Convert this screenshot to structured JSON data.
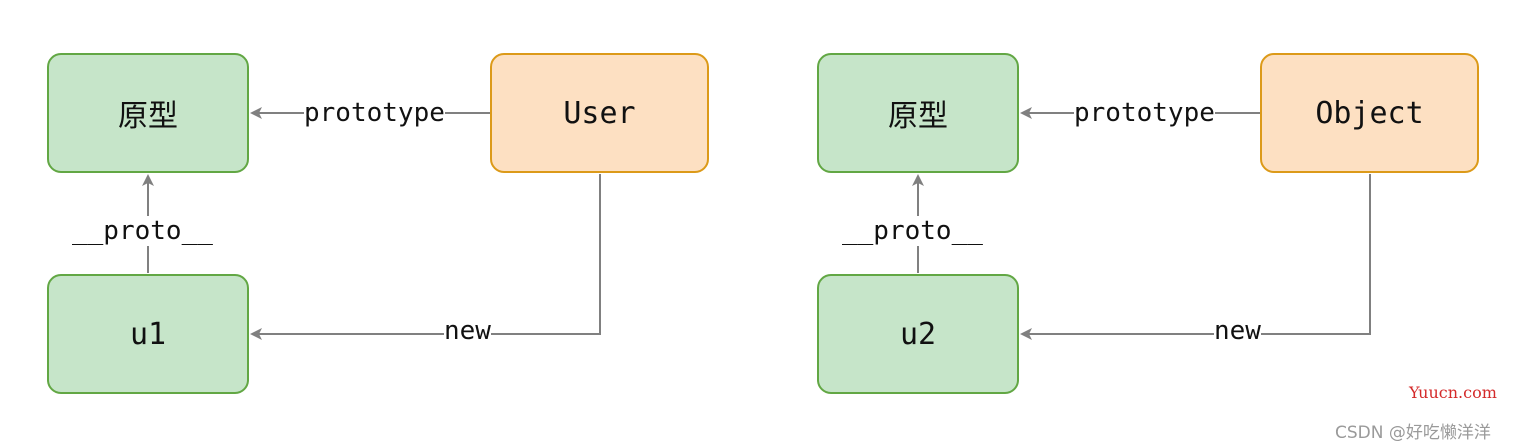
{
  "diagram_left": {
    "prototype_box": "原型",
    "constructor_box": "User",
    "instance_box": "u1",
    "edge_prototype": "prototype",
    "edge_proto": "__proto__",
    "edge_new": "new"
  },
  "diagram_right": {
    "prototype_box": "原型",
    "constructor_box": "Object",
    "instance_box": "u2",
    "edge_prototype": "prototype",
    "edge_proto": "__proto__",
    "edge_new": "new"
  },
  "watermark": {
    "site": "Yuucn.com",
    "author": "CSDN @好吃懒洋洋"
  },
  "colors": {
    "green_fill": "#c6e5c9",
    "green_border": "#62a744",
    "orange_fill": "#fde0c2",
    "orange_border": "#dc9a19",
    "arrow": "#808080"
  }
}
